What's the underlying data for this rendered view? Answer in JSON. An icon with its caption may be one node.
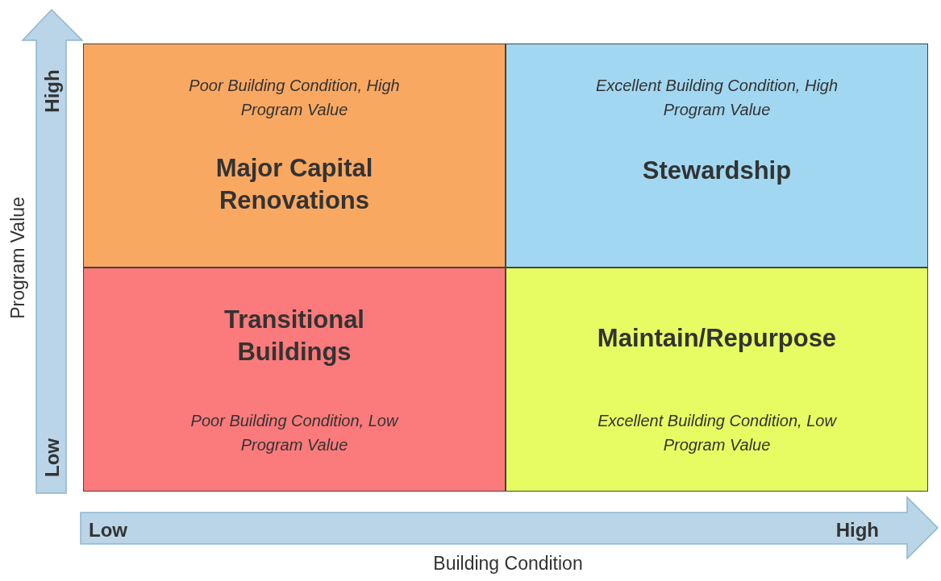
{
  "diagram": {
    "nodes": [
      {
        "text": [
          "Poor Building Condition, High Program Value",
          "Major Capital Renovations"
        ]
      },
      {
        "text": [
          "Excellent Building Condition, High Program Value",
          "Stewardship"
        ]
      },
      {
        "text": [
          "Transitional Buildings",
          "Poor Building Condition, Low Program Value"
        ]
      },
      {
        "text": [
          "Maintain/Repurpose",
          "Excellent Building Condition, Low Program Value"
        ]
      }
    ],
    "edges": [],
    "labels": [
      "High",
      "Program Value",
      "Low",
      "Low",
      "High",
      "Building Condition"
    ]
  }
}
